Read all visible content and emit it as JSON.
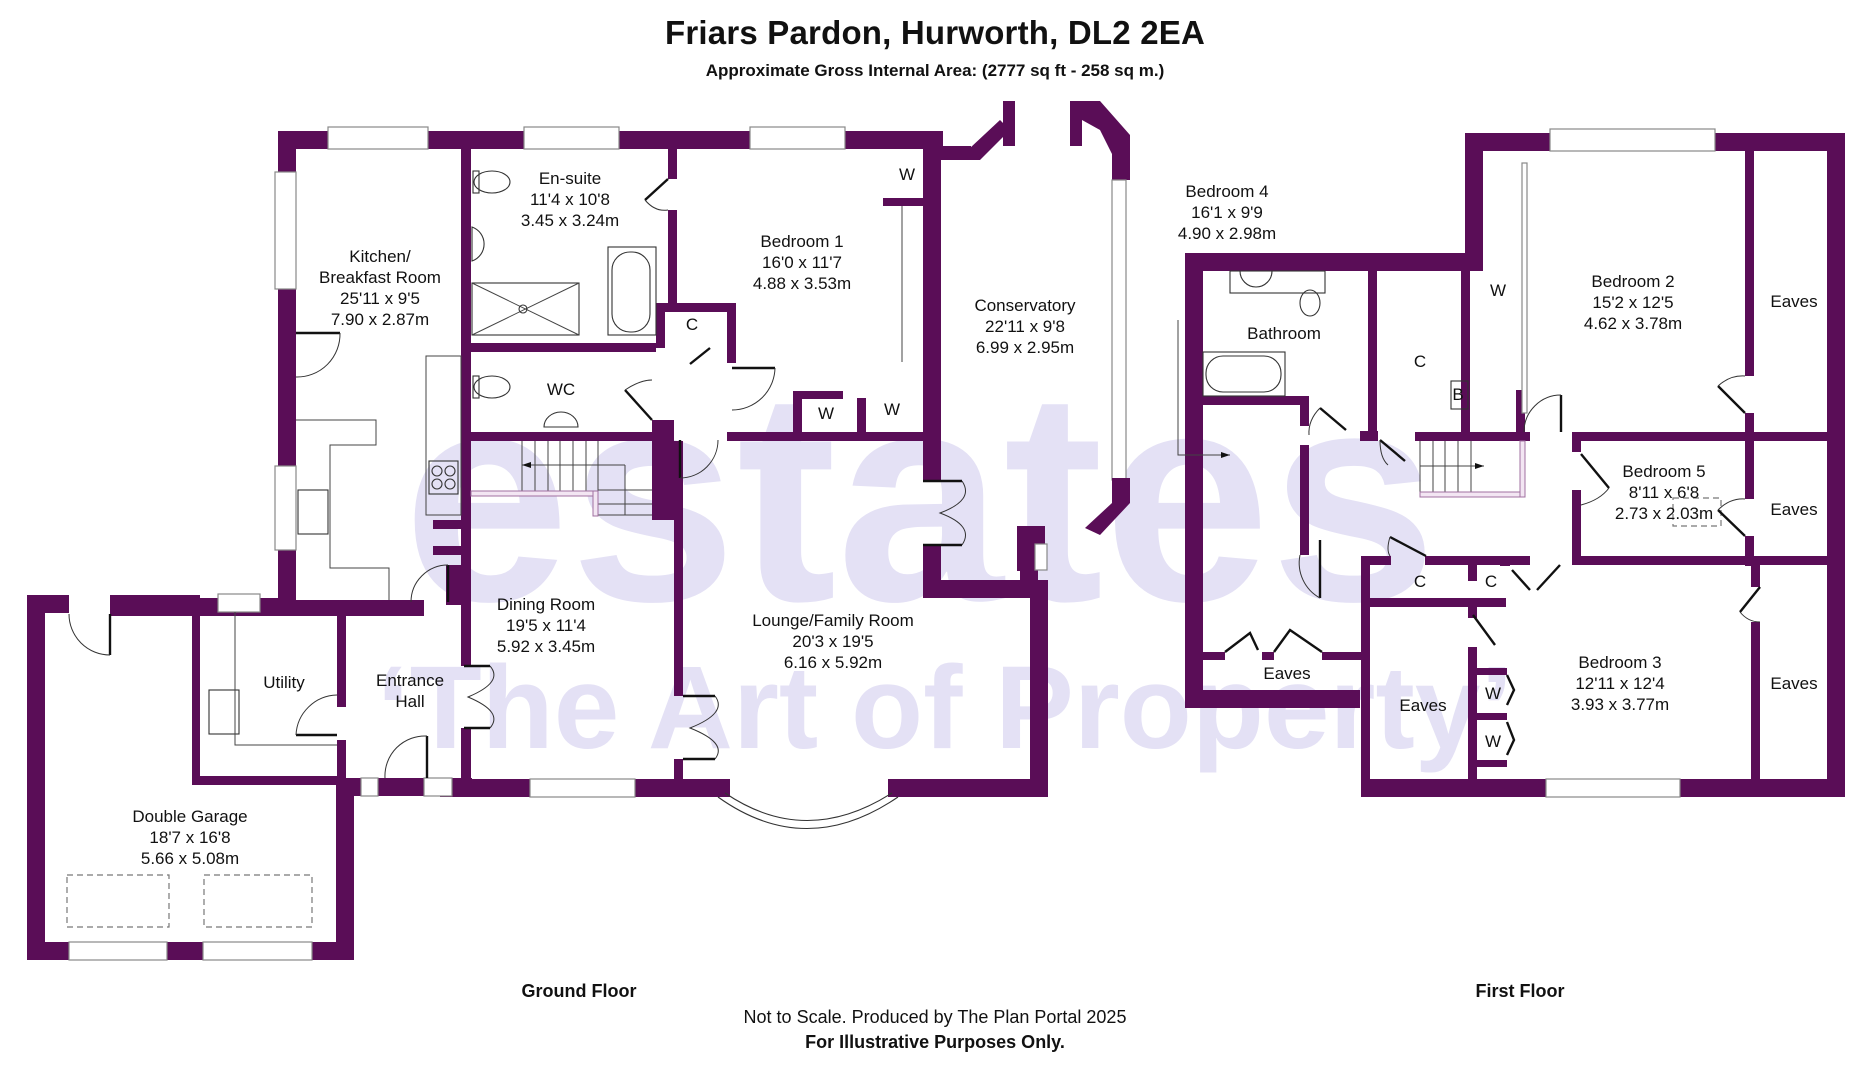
{
  "header": {
    "title": "Friars Pardon, Hurworth, DL2 2EA",
    "subtitle": "Approximate Gross Internal Area: (2777 sq ft - 258 sq m.)"
  },
  "watermark": {
    "brand": "estates",
    "tagline": "‘The Art of Property’",
    "color": "#e4e1f5"
  },
  "colors": {
    "wall": "#5a0d57",
    "background": "#ffffff",
    "text": "#111111"
  },
  "ground_floor": {
    "label": "Ground Floor",
    "rooms": [
      {
        "name": "Kitchen/",
        "name2": "Breakfast Room",
        "imperial": "25'11 x 9'5",
        "metric": "7.90 x 2.87m"
      },
      {
        "name": "En-suite",
        "imperial": "11'4 x 10'8",
        "metric": "3.45 x 3.24m"
      },
      {
        "name": "Bedroom 1",
        "imperial": "16'0 x 11'7",
        "metric": "4.88 x 3.53m"
      },
      {
        "name": "Conservatory",
        "imperial": "22'11 x 9'8",
        "metric": "6.99 x 2.95m"
      },
      {
        "name": "WC"
      },
      {
        "name": "Dining Room",
        "imperial": "19'5 x 11'4",
        "metric": "5.92 x 3.45m"
      },
      {
        "name": "Lounge/Family Room",
        "imperial": "20'3 x 19'5",
        "metric": "6.16 x 5.92m"
      },
      {
        "name": "Utility"
      },
      {
        "name": "Entrance",
        "name2": "Hall"
      },
      {
        "name": "Double Garage",
        "imperial": "18'7 x 16'8",
        "metric": "5.66 x 5.08m"
      }
    ],
    "cupboards": [
      "C",
      "W",
      "W",
      "W"
    ]
  },
  "first_floor": {
    "label": "First Floor",
    "rooms": [
      {
        "name": "Bedroom 4",
        "imperial": "16'1 x 9'9",
        "metric": "4.90 x 2.98m"
      },
      {
        "name": "Bathroom"
      },
      {
        "name": "Bedroom 2",
        "imperial": "15'2 x 12'5",
        "metric": "4.62 x 3.78m"
      },
      {
        "name": "Bedroom 5",
        "imperial": "8'11 x 6'8",
        "metric": "2.73 x 2.03m"
      },
      {
        "name": "Bedroom 3",
        "imperial": "12'11 x 12'4",
        "metric": "3.93 x 3.77m"
      }
    ],
    "storage": [
      "C",
      "B",
      "W",
      "C",
      "C",
      "W",
      "W"
    ],
    "eaves": [
      "Eaves",
      "Eaves",
      "Eaves",
      "Eaves",
      "Eaves"
    ]
  },
  "footer": {
    "line1": "Not to Scale. Produced by The Plan Portal 2025",
    "line2": "For Illustrative Purposes Only."
  }
}
